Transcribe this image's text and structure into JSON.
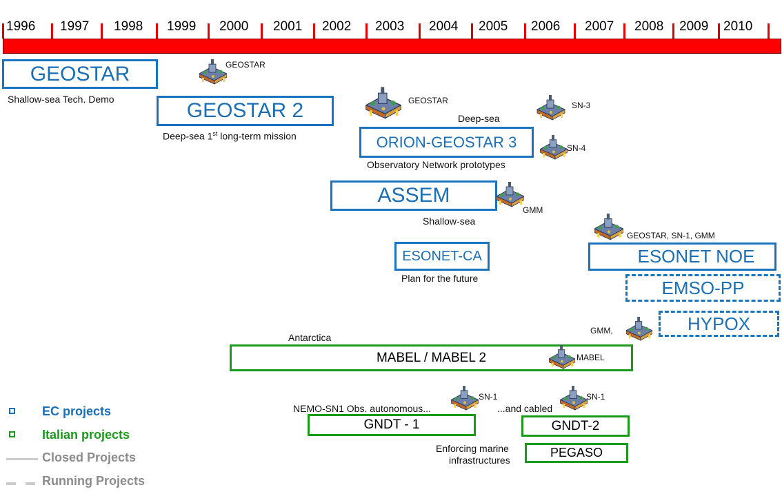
{
  "timeline": {
    "years": [
      "1996",
      "1997",
      "1998",
      "1999",
      "2000",
      "2001",
      "2002",
      "2003",
      "2004",
      "2005",
      "2006",
      "2007",
      "2008",
      "2009",
      "2010"
    ],
    "bar_color": "#ff0000"
  },
  "projects": {
    "geostar": {
      "title": "GEOSTAR",
      "caption": "Shallow-sea Tech. Demo",
      "node_label": "GEOSTAR"
    },
    "geostar2": {
      "title": "GEOSTAR 2",
      "caption_pre": "Deep-sea 1",
      "caption_sup": "st",
      "caption_post": " long-term mission",
      "node_label": "GEOSTAR"
    },
    "orion": {
      "title": "ORION-GEOSTAR 3",
      "label_above": "Deep-sea",
      "caption": "Observatory Network prototypes",
      "node_sn3": "SN-3",
      "node_sn4": "SN-4"
    },
    "assem": {
      "title": "ASSEM",
      "caption": "Shallow-sea",
      "node_label": "GMM"
    },
    "esonet_ca": {
      "title": "ESONET-CA",
      "caption": "Plan for the future"
    },
    "esonet_noe": {
      "title": "ESONET NOE",
      "node_label": "GEOSTAR, SN-1, GMM"
    },
    "emso": {
      "title": "EMSO-PP"
    },
    "hypox": {
      "title": "HYPOX",
      "node_label": "GMM,"
    },
    "mabel": {
      "title": "MABEL / MABEL 2",
      "label_above": "Antarctica",
      "node_label": "MABEL"
    },
    "gndt1": {
      "title": "GNDT - 1",
      "label_above": "NEMO-SN1 Obs. autonomous...",
      "node_label": "SN-1"
    },
    "gndt2": {
      "title": "GNDT-2",
      "label_above": "...and cabled",
      "node_label": "SN-1"
    },
    "pegaso": {
      "title": "PEGASO",
      "caption_line1": "Enforcing marine",
      "caption_line2": "infrastructures"
    }
  },
  "legend": {
    "ec": "EC projects",
    "italian": "Italian projects",
    "closed": "Closed Projects",
    "running": "Running Projects"
  },
  "colors": {
    "ec_blue": "#1874c0",
    "italian_green": "#1a9a1a",
    "legend_gray": "#8c8c8c"
  }
}
